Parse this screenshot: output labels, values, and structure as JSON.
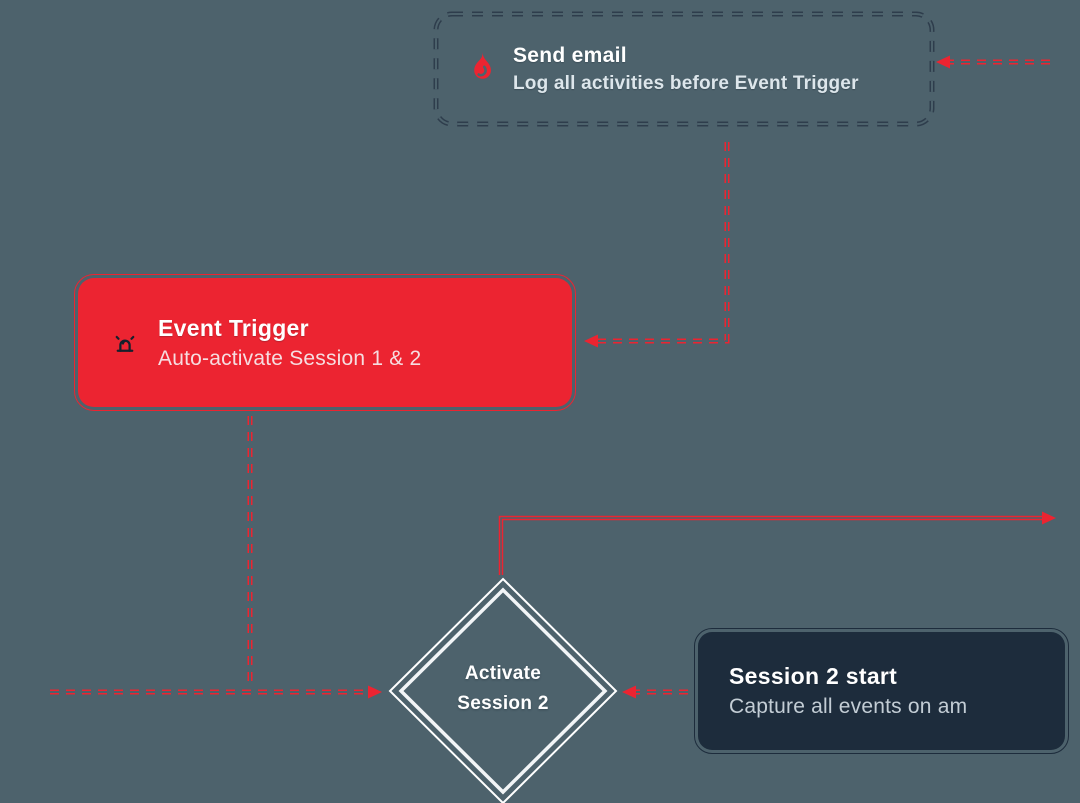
{
  "diagram": {
    "type": "flowchart",
    "colors": {
      "background": "#4d626c",
      "accent_red": "#ec2431",
      "dark_navy": "#1d2c3c",
      "dashed_border_navy": "#2e3d4c",
      "white": "#ffffff",
      "muted_light": "#c3cdd5"
    }
  },
  "nodes": {
    "send_email": {
      "title": "Send email",
      "subtitle": "Log all activities before Event Trigger",
      "icon": "flame-icon",
      "style": "dashed-outline"
    },
    "event_trigger": {
      "title": "Event Trigger",
      "subtitle": "Auto-activate Session 1 & 2",
      "icon": "siren-icon",
      "style": "red-filled"
    },
    "activate_session2": {
      "line1": "Activate",
      "line2": "Session 2",
      "style": "diamond-outline"
    },
    "session2_start": {
      "title": "Session 2 start",
      "subtitle": "Capture all events on am",
      "style": "navy-filled"
    }
  },
  "connectors": [
    {
      "from": "offscreen-right",
      "to": "send_email",
      "style": "dashed",
      "arrow": "left"
    },
    {
      "from": "send_email",
      "to": "event_trigger",
      "style": "dashed",
      "arrow": "left"
    },
    {
      "from": "event_trigger",
      "to": "junction-bottom",
      "style": "dashed",
      "arrow": "none"
    },
    {
      "from": "offscreen-left",
      "to": "activate_session2",
      "style": "dashed",
      "arrow": "right"
    },
    {
      "from": "session2_start",
      "to": "activate_session2",
      "style": "dashed",
      "arrow": "left"
    },
    {
      "from": "activate_session2",
      "to": "offscreen-right",
      "style": "solid",
      "arrow": "right"
    }
  ]
}
